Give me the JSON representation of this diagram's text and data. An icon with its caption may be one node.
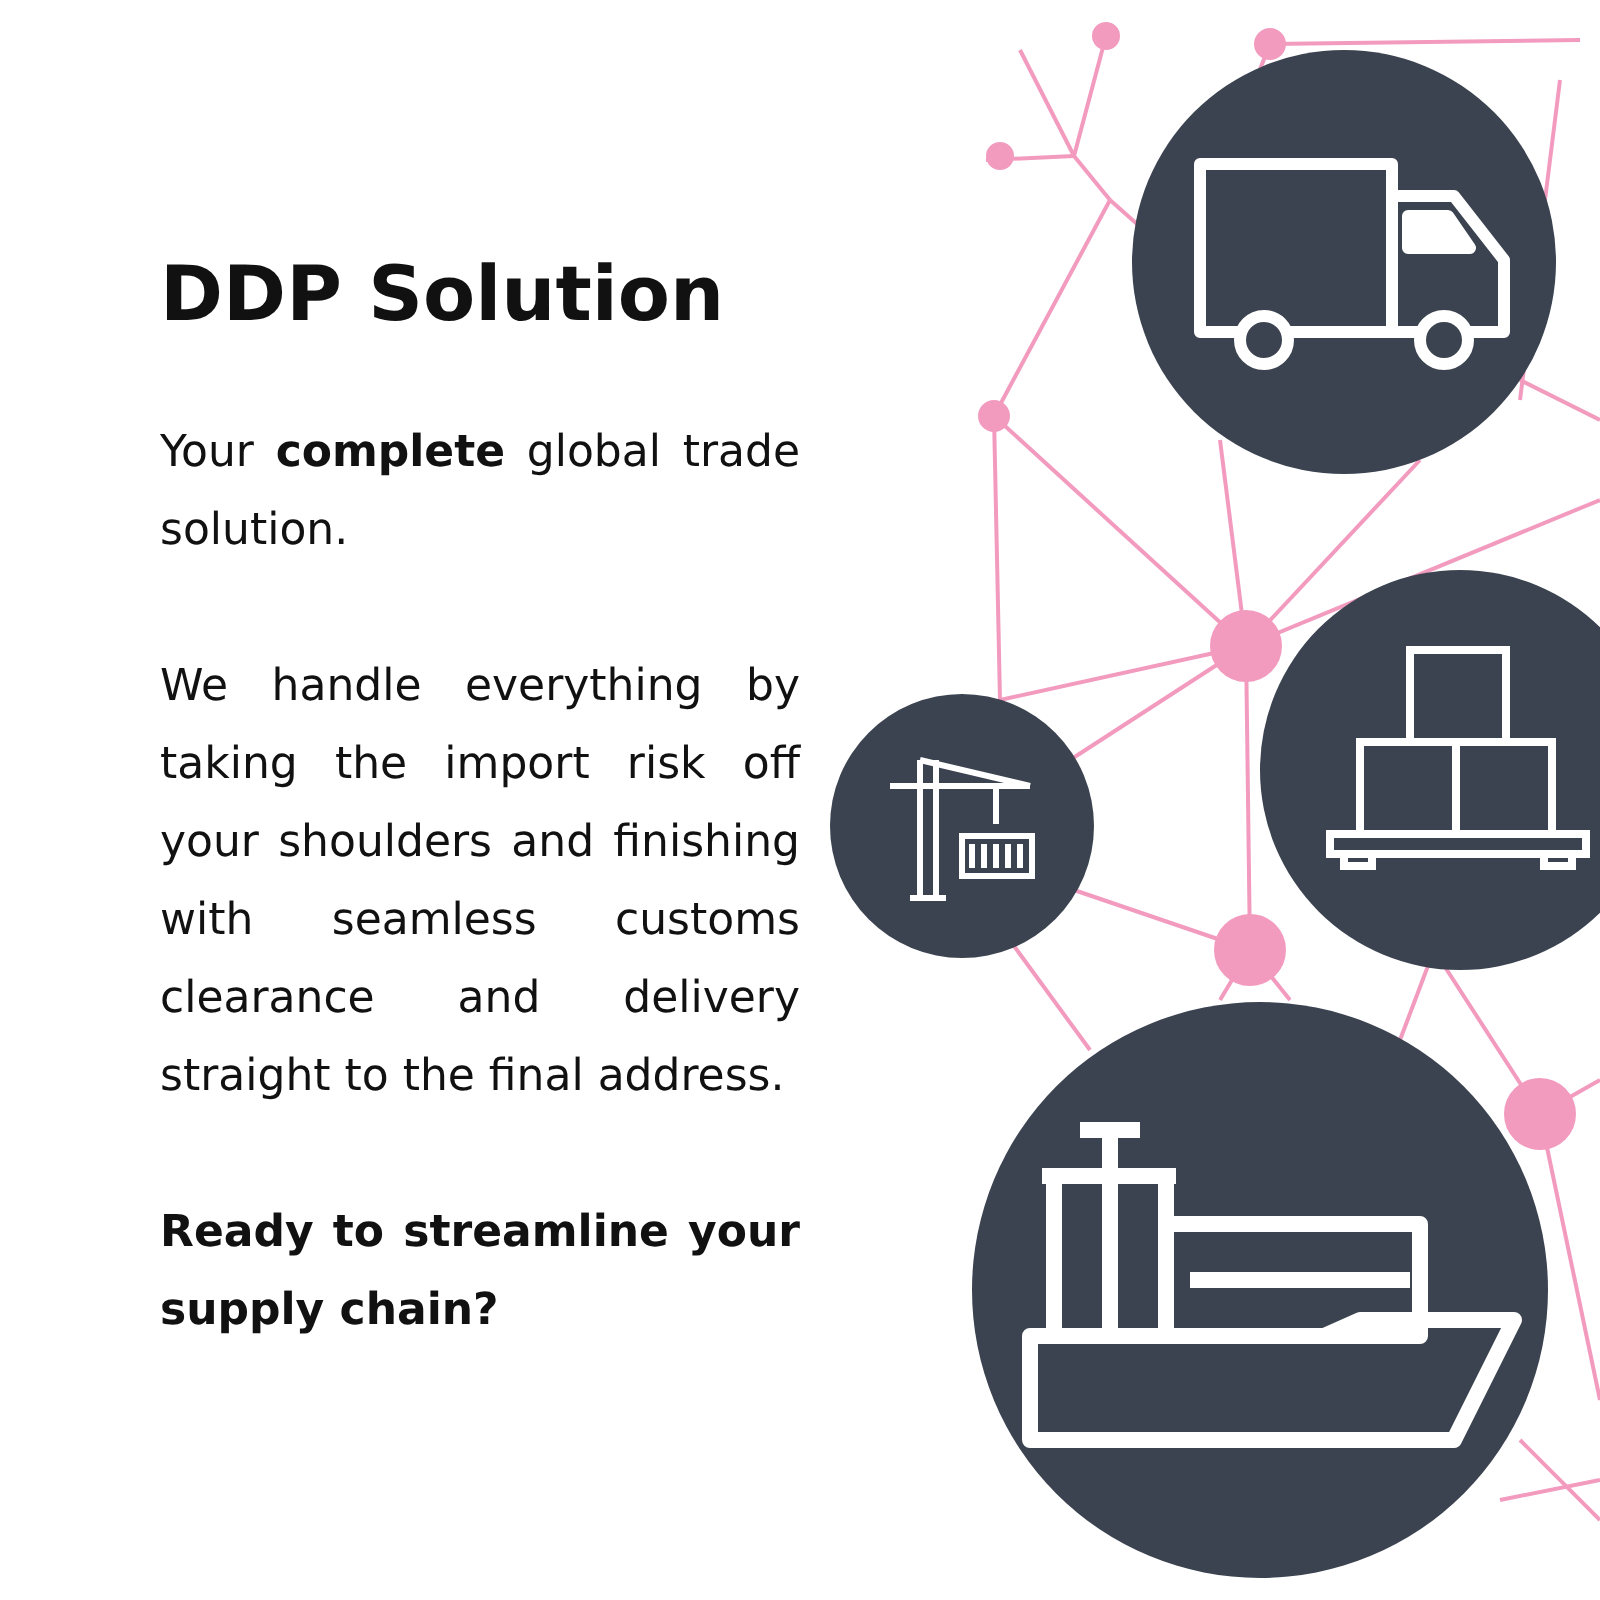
{
  "diagram": {
    "title": "DDP Solution",
    "labels": [
      "Your **complete** global trade solution.",
      "We handle everything by taking the import risk off your shoulders and finishing with seamless customs clearance and delivery straight to the final address.",
      "Ready to streamline your supply chain?"
    ]
  }
}
